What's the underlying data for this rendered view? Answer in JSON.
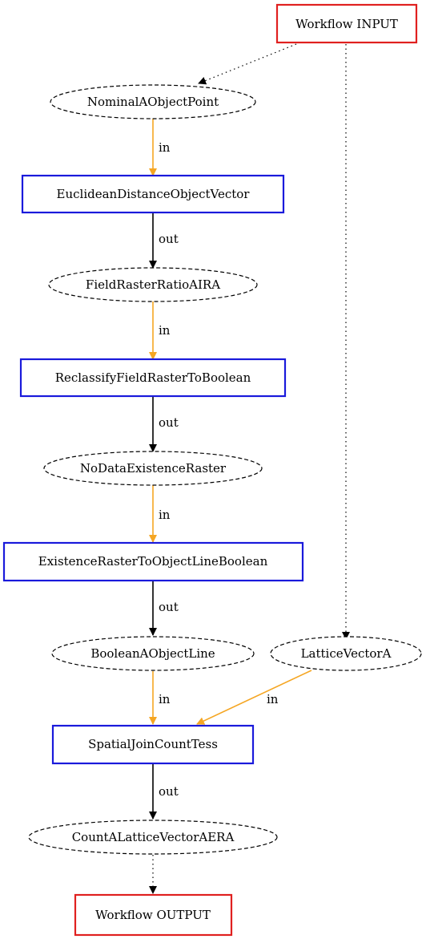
{
  "nodes": {
    "workflow_input": "Workflow INPUT",
    "nominal_point": "NominalAObjectPoint",
    "euclidean": "EuclideanDistanceObjectVector",
    "field_raster": "FieldRasterRatioAIRA",
    "reclassify": "ReclassifyFieldRasterToBoolean",
    "nodata_raster": "NoDataExistenceRaster",
    "existence_to_line": "ExistenceRasterToObjectLineBoolean",
    "boolean_line": "BooleanAObjectLine",
    "lattice_vector": "LatticeVectorA",
    "spatial_join": "SpatialJoinCountTess",
    "count_lattice": "CountALatticeVectorAERA",
    "workflow_output": "Workflow OUTPUT"
  },
  "edges": {
    "in_label": "in",
    "out_label": "out"
  },
  "colors": {
    "io_border": "#e0201f",
    "tool_border": "#1a1adb",
    "in_edge": "#f5a623",
    "out_edge": "#000000"
  }
}
